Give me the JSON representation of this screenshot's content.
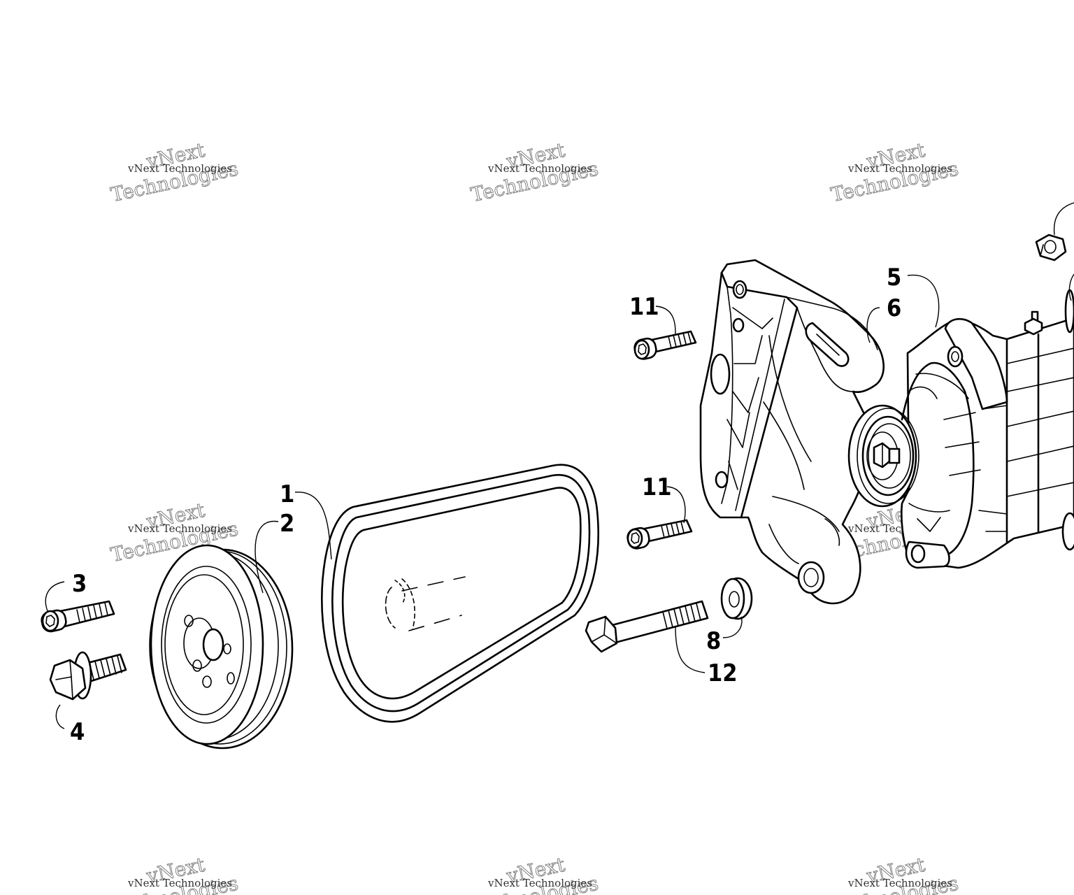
{
  "watermark": {
    "line1": "vNext",
    "line2": "Technologies",
    "small": "vNext Technologies"
  },
  "callouts": {
    "c1": "1",
    "c2": "2",
    "c3": "3",
    "c4": "4",
    "c5": "5",
    "c6": "6",
    "c8": "8",
    "c11a": "11",
    "c11b": "11",
    "c12": "12"
  },
  "colors": {
    "line": "#000000",
    "background": "#ffffff",
    "watermark": "#777777"
  }
}
